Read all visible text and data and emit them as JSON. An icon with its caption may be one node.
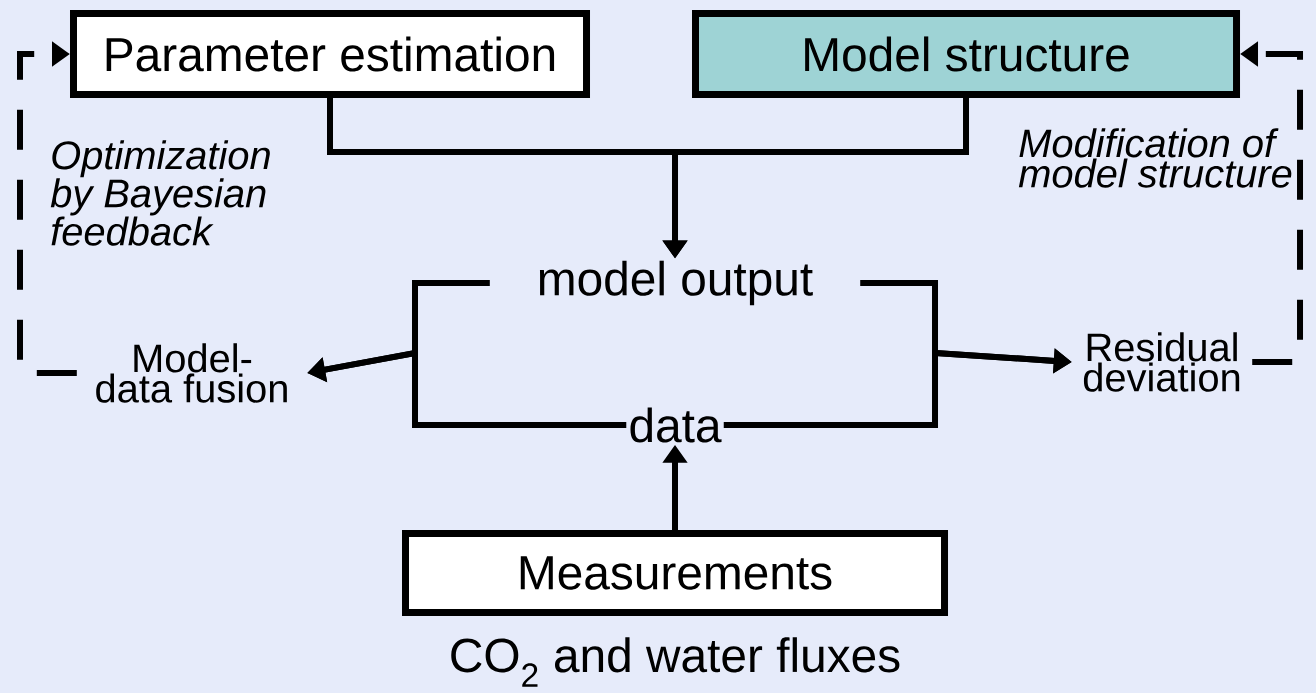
{
  "diagram": {
    "nodes": [
      {
        "text": [
          "Parameter estimation"
        ]
      },
      {
        "text": [
          "Model structure"
        ]
      },
      {
        "text": [
          "model output"
        ]
      },
      {
        "text": [
          "data"
        ]
      },
      {
        "text": [
          "Measurements"
        ],
        "beside": [
          "CO$_{2}$ and water fluxes"
        ]
      },
      {
        "text": [
          "Model-data fusion"
        ]
      },
      {
        "text": [
          "Residual deviation"
        ]
      }
    ],
    "edges": [
      {
        "from": 0,
        "to": 2,
        "arrow": "to"
      },
      {
        "from": 1,
        "to": 2,
        "arrow": "to"
      },
      {
        "from": 4,
        "to": 3,
        "arrow": "to"
      },
      {
        "from": 2,
        "to": 5,
        "arrow": "to"
      },
      {
        "from": 3,
        "to": 5,
        "arrow": "to"
      },
      {
        "from": 2,
        "to": 6,
        "arrow": "to"
      },
      {
        "from": 3,
        "to": 6,
        "arrow": "to"
      },
      {
        "from": 5,
        "to": 0,
        "arrow": "to",
        "style": "dashed",
        "label": "Optimization by Bayesian feedback"
      },
      {
        "from": 6,
        "to": 1,
        "arrow": "to",
        "style": "dashed",
        "label": "Modification of model structure"
      }
    ]
  }
}
